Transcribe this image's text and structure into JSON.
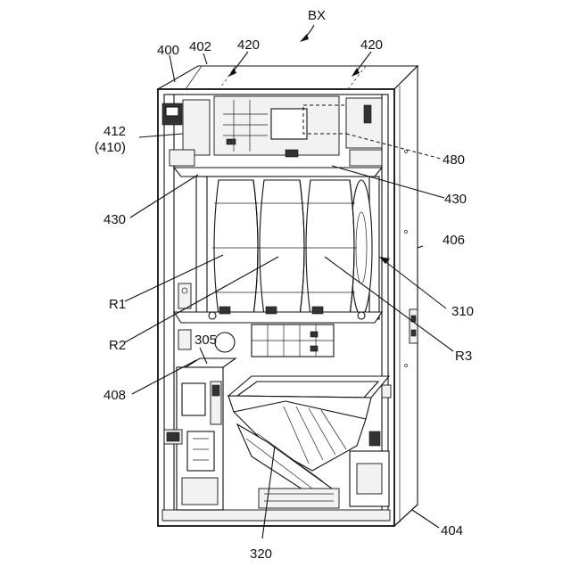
{
  "figure": {
    "labels": {
      "bx": "BX",
      "l400": "400",
      "l402": "402",
      "l420a": "420",
      "l420b": "420",
      "l412": "412",
      "l410": "(410)",
      "l480": "480",
      "l430a": "430",
      "l430b": "430",
      "l406": "406",
      "lR1": "R1",
      "l310": "310",
      "lR2": "R2",
      "lR3": "R3",
      "l305": "305",
      "l408": "408",
      "l404": "404",
      "l320": "320"
    }
  }
}
